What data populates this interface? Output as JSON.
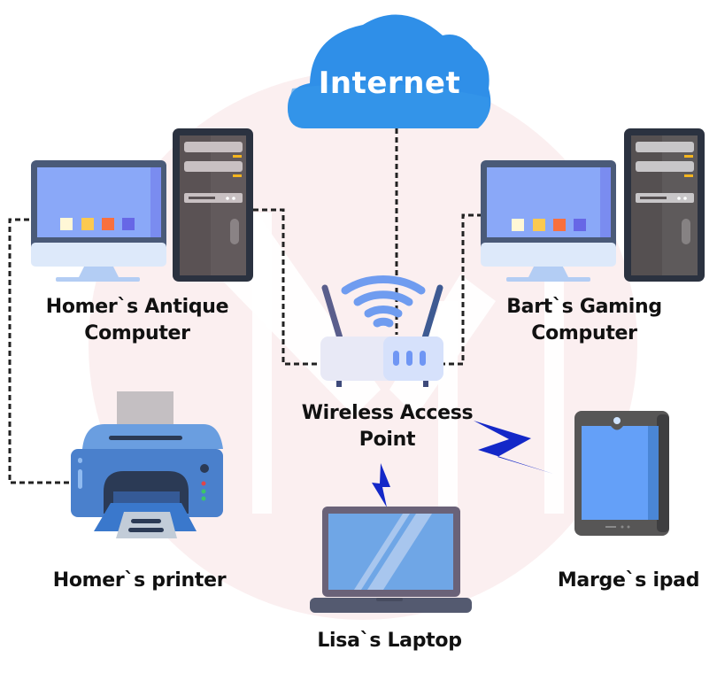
{
  "diagram": {
    "type": "home-network",
    "colors": {
      "cloud": "#2f8fe8",
      "link_wired": "#222222",
      "link_wireless": "#1428c8",
      "watermark": "#fbeeee",
      "monitor_screen": "#8aa6f5",
      "printer_body": "#4a80cc",
      "laptop_screen": "#6fa6e6",
      "tablet_screen": "#64a0f8",
      "router_body": "#e6e9f5",
      "wifi": "#6f9cf0"
    },
    "nodes": [
      {
        "id": "internet",
        "label": "Internet",
        "icon": "cloud-icon"
      },
      {
        "id": "router",
        "label_lines": [
          "Wireless Access",
          "Point"
        ],
        "icon": "wireless-router-icon"
      },
      {
        "id": "homer-pc",
        "label_lines": [
          "Homer`s Antique",
          "Computer"
        ],
        "icon": "desktop-computer-icon"
      },
      {
        "id": "bart-pc",
        "label_lines": [
          "Bart`s Gaming",
          "Computer"
        ],
        "icon": "desktop-computer-icon"
      },
      {
        "id": "printer",
        "label": "Homer`s printer",
        "icon": "printer-icon"
      },
      {
        "id": "laptop",
        "label": "Lisa`s Laptop",
        "icon": "laptop-icon"
      },
      {
        "id": "ipad",
        "label": "Marge`s ipad",
        "icon": "tablet-icon"
      }
    ],
    "edges": [
      {
        "from": "internet",
        "to": "router",
        "kind": "wired"
      },
      {
        "from": "homer-pc",
        "to": "router",
        "kind": "wired"
      },
      {
        "from": "bart-pc",
        "to": "router",
        "kind": "wired"
      },
      {
        "from": "homer-pc",
        "to": "printer",
        "kind": "wired"
      },
      {
        "from": "router",
        "to": "laptop",
        "kind": "wireless"
      },
      {
        "from": "router",
        "to": "ipad",
        "kind": "wireless"
      }
    ]
  }
}
